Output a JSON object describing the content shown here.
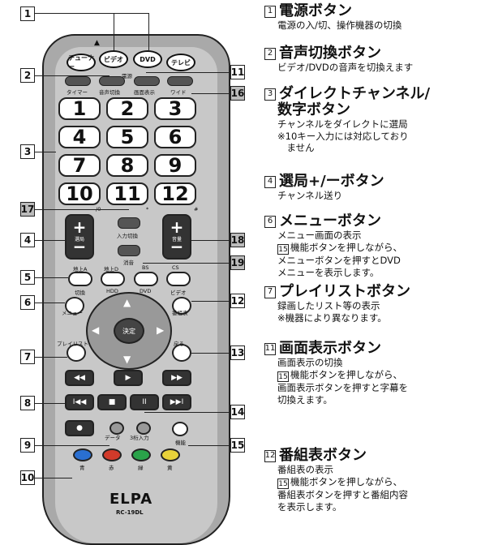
{
  "remote": {
    "top_buttons": [
      "チューナー",
      "ビデオ",
      "DVD",
      "テレビ"
    ],
    "power_label": "電源",
    "func_labels": [
      "タイマー",
      "音声切換",
      "画面表示",
      "ワイド"
    ],
    "numbers": [
      "1",
      "2",
      "3",
      "4",
      "5",
      "6",
      "7",
      "8",
      "9",
      "10",
      "11",
      "12"
    ],
    "small_marks": [
      "/0",
      "*",
      "#"
    ],
    "select_label": "選局",
    "volume_label": "音量",
    "input_label": "入力切換",
    "mute_label": "消音",
    "source_top": [
      "地上A",
      "地上D",
      "BS",
      "CS"
    ],
    "source_bottom": [
      "切換",
      "HDD",
      "DVD",
      "ビデオ"
    ],
    "menu_label": "メニュー",
    "guide_label": "番組表",
    "ok_label": "決定",
    "playlist_label": "プレイリスト",
    "back_label": "戻る",
    "data_label": "データ",
    "three_digit_label": "3桁入力",
    "func_label": "機能",
    "colors": [
      "青",
      "赤",
      "緑",
      "黄"
    ],
    "brand": "ELPA",
    "model": "RC-19DL",
    "color_hex": [
      "#2a6fd1",
      "#d13a2a",
      "#2aa34a",
      "#e8d23a"
    ]
  },
  "tags": [
    "1",
    "2",
    "3",
    "4",
    "5",
    "6",
    "7",
    "8",
    "9",
    "10",
    "11",
    "12",
    "13",
    "14",
    "15",
    "16",
    "17",
    "18",
    "19"
  ],
  "sections": [
    {
      "num": "1",
      "title": "電源ボタン",
      "lines": [
        "電源の入/切、操作機器の切換"
      ]
    },
    {
      "num": "2",
      "title": "音声切換ボタン",
      "lines": [
        "ビデオ/DVDの音声を切換えます"
      ]
    },
    {
      "num": "3",
      "title": "ダイレクトチャンネル/",
      "title2": "数字ボタン",
      "lines": [
        "チャンネルをダイレクトに選局",
        "※10キー入力には対応しており",
        "　ません"
      ]
    },
    {
      "num": "4",
      "title": "選局+/ーボタン",
      "lines": [
        "チャンネル送り"
      ]
    },
    {
      "num": "6",
      "title": "メニューボタン",
      "lines": [
        "メニュー画面の表示",
        "機能ボタンを押しながら、",
        "メニューボタンを押すとDVD",
        "メニューを表示します。"
      ]
    },
    {
      "num": "7",
      "title": "プレイリストボタン",
      "lines": [
        "録画したリスト等の表示",
        "※機器により異なります。"
      ]
    },
    {
      "num": "11",
      "title": "画面表示ボタン",
      "lines": [
        "画面表示の切換",
        "機能ボタンを押しながら、",
        "画面表示ボタンを押すと字幕を",
        "切換えます。"
      ]
    },
    {
      "num": "12",
      "title": "番組表ボタン",
      "lines": [
        "番組表の表示",
        "機能ボタンを押しながら、",
        "番組表ボタンを押すと番組内容",
        "を表示します。"
      ]
    }
  ],
  "note_ref": "15"
}
